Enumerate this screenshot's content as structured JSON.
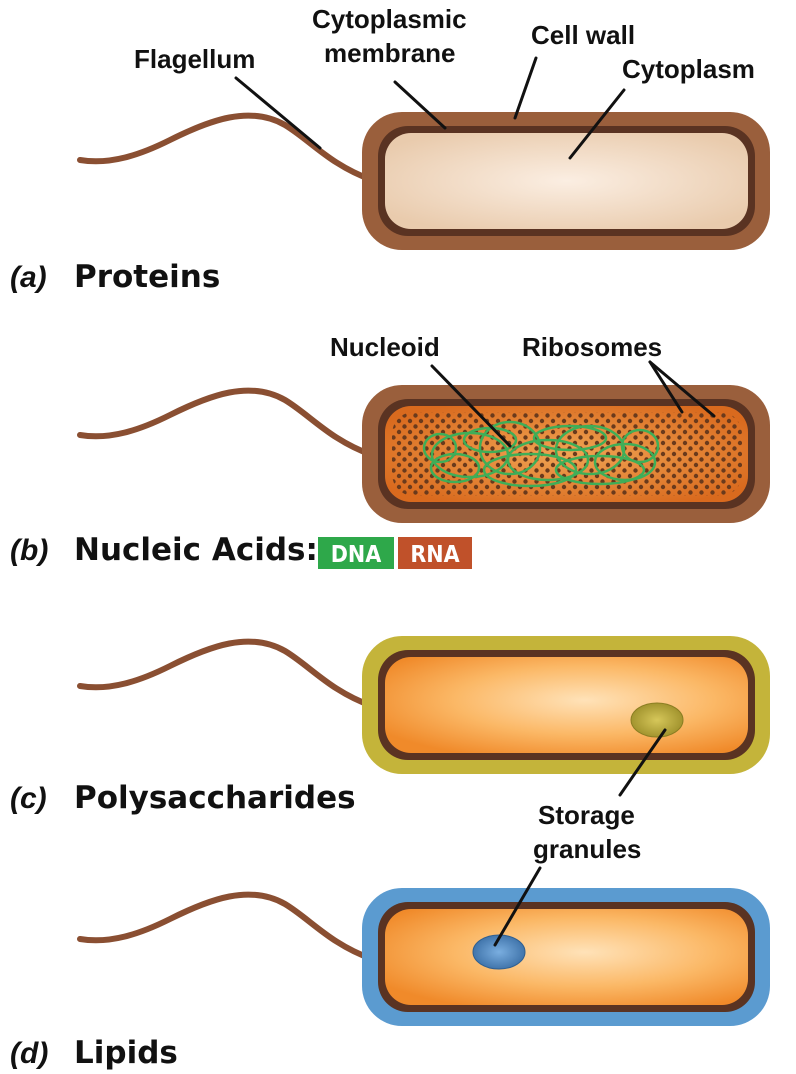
{
  "panels": [
    {
      "letter": "(a)",
      "caption": "Proteins",
      "wall_color": "#9a5f3c",
      "cytoplasm_color": "#f0d7bd",
      "cytoplasm_center": "#fbeee2",
      "labels": {
        "flagellum": "Flagellum",
        "membrane_line1": "Cytoplasmic",
        "membrane_line2": "membrane",
        "cell_wall": "Cell wall",
        "cytoplasm": "Cytoplasm"
      }
    },
    {
      "letter": "(b)",
      "caption": "Nucleic Acids:",
      "wall_color": "#9a5f3c",
      "cytoplasm_color": "#e07a2a",
      "cytoplasm_center": "#f0a453",
      "tags": [
        {
          "text": "DNA",
          "color": "#2ea84a"
        },
        {
          "text": "RNA",
          "color": "#c0512a"
        }
      ],
      "labels": {
        "nucleoid": "Nucleoid",
        "ribosomes": "Ribosomes"
      }
    },
    {
      "letter": "(c)",
      "caption": "Polysaccharides",
      "wall_color": "#c4b43a",
      "cytoplasm_color": "#f59a3a",
      "cytoplasm_center": "#ffd9a6",
      "granule_color": "#bfae3a",
      "labels": {
        "storage_line1": "Storage",
        "storage_line2": "granules"
      }
    },
    {
      "letter": "(d)",
      "caption": "Lipids",
      "wall_color": "#5b9bd0",
      "cytoplasm_color": "#f59a3a",
      "cytoplasm_center": "#ffd9a6",
      "granule_color": "#4f86bf"
    }
  ],
  "colors": {
    "flagellum": "#8a4f32",
    "membrane": "#5a3322",
    "nucleoid": "#3fae58",
    "ribosome": "#6a3a1c"
  }
}
